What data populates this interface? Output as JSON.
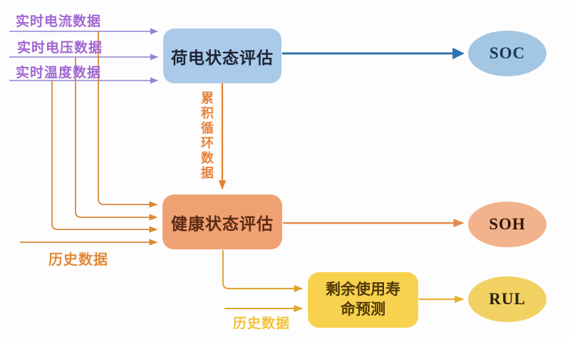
{
  "diagram": {
    "inputs": [
      {
        "label": "实时电流数据"
      },
      {
        "label": "实时电压数据"
      },
      {
        "label": "实时温度数据"
      }
    ],
    "process_nodes": {
      "soc_assessment": {
        "label": "荷电状态评估"
      },
      "soh_assessment": {
        "label": "健康状态评估"
      },
      "rul_prediction": {
        "label": "剩余使用寿命预测"
      }
    },
    "output_nodes": {
      "soc": {
        "label": "SOC"
      },
      "soh": {
        "label": "SOH"
      },
      "rul": {
        "label": "RUL"
      }
    },
    "edge_labels": {
      "cumulative_cycle_data": "累积循环数据",
      "history_data_soh": "历史数据",
      "history_data_rul": "历史数据"
    },
    "colors": {
      "input_label": "#a066d2",
      "input_line": "#9284d4",
      "soc_box_fill": "#aacaea",
      "soc_arrow": "#2e74ae",
      "soc_ellipse_fill": "#a3c6e3",
      "orange_line": "#d98836",
      "cycle_arrow": "#e5812f",
      "soh_box_fill": "#f0a173",
      "soh_arrow": "#e18a4d",
      "soh_ellipse_fill": "#f2b28b",
      "gold_line": "#dfa52e",
      "rul_arrow": "#e6b32f",
      "rul_box_fill": "#f8d24e",
      "rul_ellipse_fill": "#f1d161",
      "cycle_label_color": "#e8823a",
      "history_left_label_color": "#e08a3c",
      "history_bottom_label_color": "#f2c238"
    }
  }
}
